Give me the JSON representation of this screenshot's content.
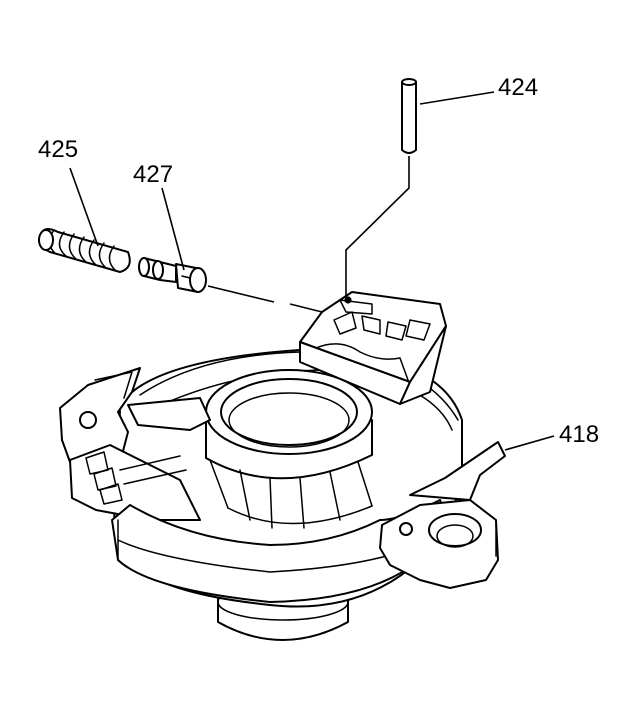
{
  "callouts": {
    "part_424": "424",
    "part_425": "425",
    "part_427": "427",
    "part_418": "418"
  },
  "colors": {
    "ink": "#000000",
    "paper": "#ffffff"
  }
}
